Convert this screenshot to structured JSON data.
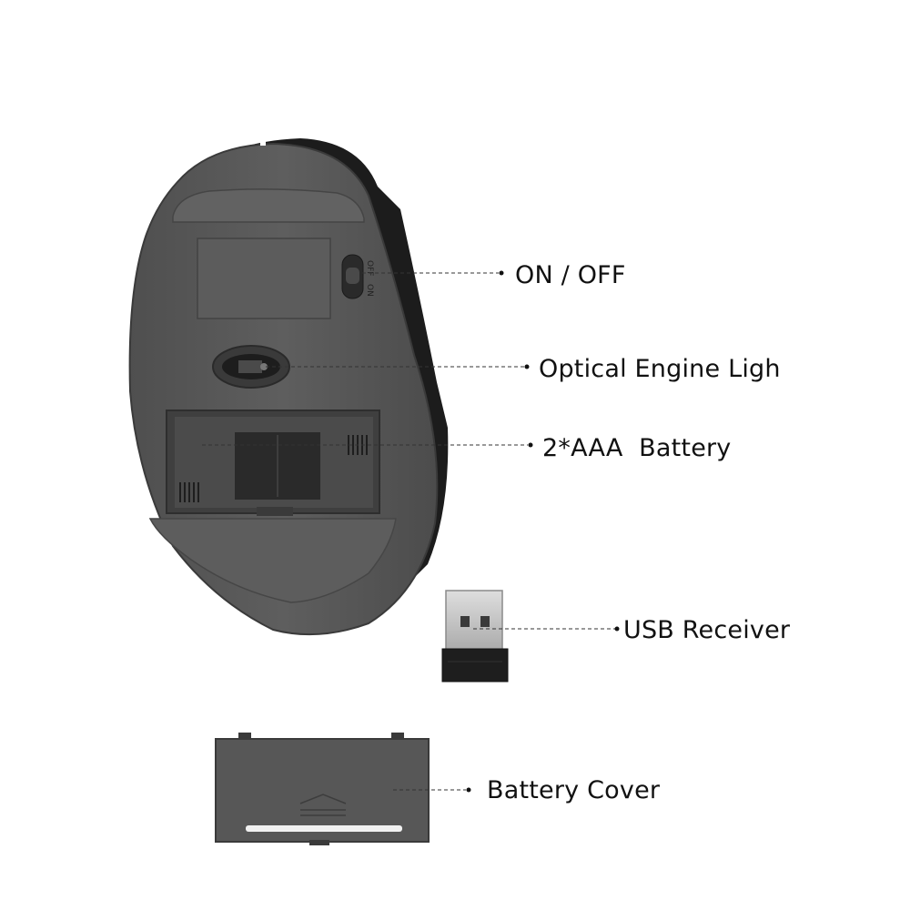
{
  "callouts": {
    "on_off": "ON / OFF",
    "optical": "Optical Engine Ligh",
    "battery": "2*AAA  Battery",
    "usb": "USB Receiver",
    "cover": "Battery Cover"
  },
  "switch_labels": {
    "off": "OFF",
    "on": "ON"
  },
  "colors": {
    "mouse_body": "#5a5a5a",
    "mouse_edge": "#3a3a3a",
    "mouse_side": "#1c1c1c",
    "battery_bay": "#4a4a4a",
    "usb_metal": "#c9c9c9",
    "usb_plastic": "#1e1e1e",
    "cover": "#575757",
    "label_text": "#111111"
  }
}
